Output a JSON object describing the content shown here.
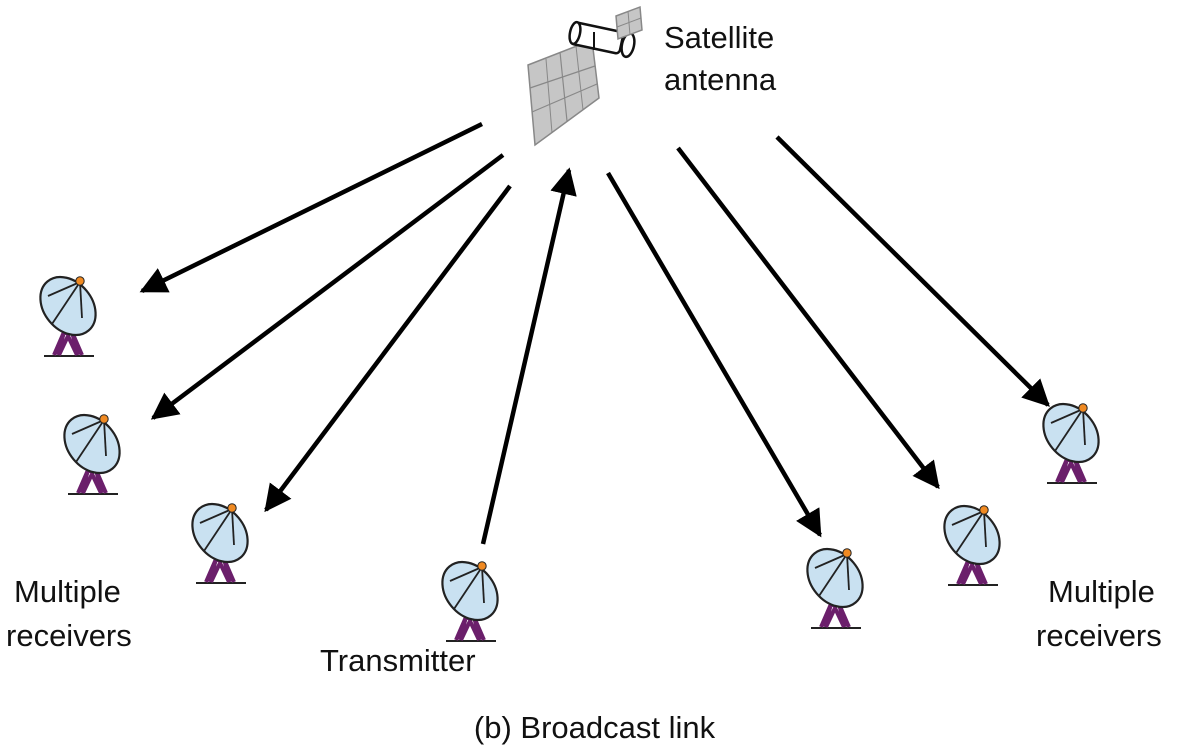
{
  "labels": {
    "satellite_line1": "Satellite",
    "satellite_line2": "antenna",
    "left_group_line1": "Multiple",
    "left_group_line2": "receivers",
    "right_group_line1": "Multiple",
    "right_group_line2": "receivers",
    "transmitter": "Transmitter",
    "caption": "(b) Broadcast link"
  },
  "colors": {
    "arrow": "#000000",
    "dish_fill": "#c9e1f1",
    "dish_stroke": "#222222",
    "dish_feed": "#f08a22",
    "dish_mount": "#6b1f6b",
    "panel_fill": "#c6c6c6",
    "panel_stroke": "#888888"
  },
  "icons": {
    "satellite": "satellite-icon",
    "dish": "satellite-dish-icon"
  }
}
